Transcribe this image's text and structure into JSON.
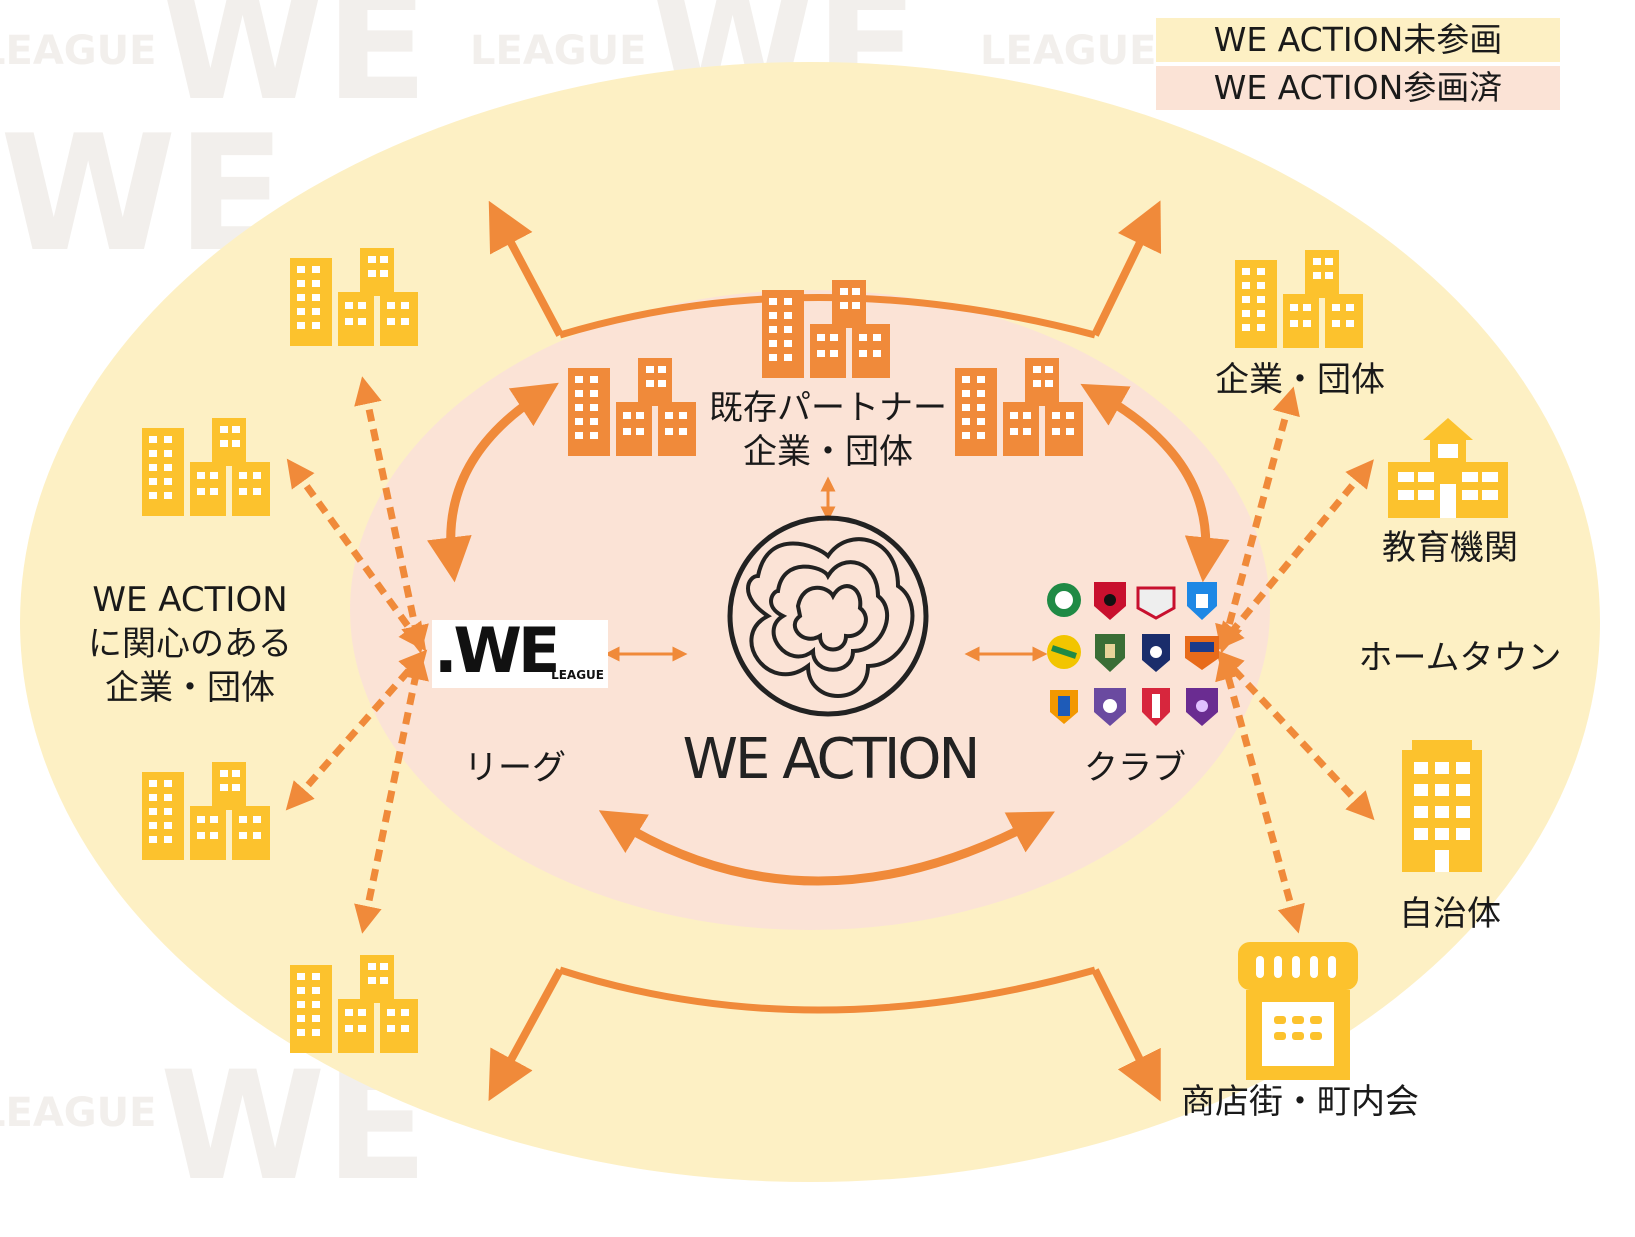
{
  "legend": {
    "not_joined": "WE ACTION未参画",
    "joined": "WE ACTION参画済",
    "not_joined_color": "#fdf0c4",
    "joined_color": "#fbe3d6"
  },
  "colors": {
    "outer_ellipse": "#fdf0c4",
    "inner_ellipse": "#fbe3d6",
    "orange": "#f08a3a",
    "yellow": "#fcc22d"
  },
  "watermark": {
    "big": "WE",
    "league": "LEAGUE"
  },
  "center": {
    "logo": "WE ACTION"
  },
  "league": {
    "logo_main": ".WE",
    "logo_sub": "LEAGUE",
    "label": "リーグ"
  },
  "club": {
    "label": "クラブ"
  },
  "partners": {
    "label_line1": "既存パートナー",
    "label_line2": "企業・団体"
  },
  "left_group": {
    "line1": "WE ACTION",
    "line2": "に関心のある",
    "line3": "企業・団体"
  },
  "right": {
    "company": "企業・団体",
    "education": "教育機関",
    "hometown": "ホームタウン",
    "municipality": "自治体",
    "shopping": "商店街・町内会"
  },
  "icons": {
    "building": "office-buildings-icon",
    "school": "school-icon",
    "tower": "government-building-icon",
    "shop": "shop-icon",
    "club_crest": "club-crest-icon"
  }
}
